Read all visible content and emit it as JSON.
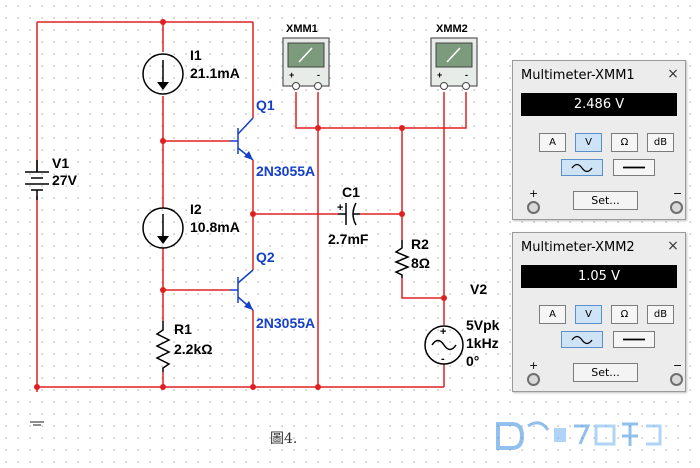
{
  "schematic": {
    "v1": {
      "name": "V1",
      "value": "27V"
    },
    "i1": {
      "name": "I1",
      "value": "21.1mA"
    },
    "i2": {
      "name": "I2",
      "value": "10.8mA"
    },
    "q1": {
      "name": "Q1",
      "model": "2N3055A"
    },
    "q2": {
      "name": "Q2",
      "model": "2N3055A"
    },
    "c1": {
      "name": "C1",
      "value": "2.7mF"
    },
    "r1": {
      "name": "R1",
      "value": "2.2kΩ"
    },
    "r2": {
      "name": "R2",
      "value": "8Ω"
    },
    "v2": {
      "name": "V2",
      "amplitude": "5Vpk",
      "frequency": "1kHz",
      "phase": "0°"
    },
    "xmm1": {
      "name": "XMM1"
    },
    "xmm2": {
      "name": "XMM2"
    },
    "colors": {
      "wire": "#e02020",
      "transistor_label": "#1540c8",
      "grid_dot": "#9a9a9a"
    }
  },
  "multimeters": [
    {
      "title": "Multimeter-XMM1",
      "reading": "2.486 V",
      "modes": [
        "A",
        "V",
        "Ω",
        "dB"
      ],
      "active_mode": "V",
      "waveform": "ac",
      "set_label": "Set...",
      "plus": "+",
      "minus": "−",
      "close": "×"
    },
    {
      "title": "Multimeter-XMM2",
      "reading": "1.05 V",
      "modes": [
        "A",
        "V",
        "Ω",
        "dB"
      ],
      "active_mode": "V",
      "waveform": "ac",
      "set_label": "Set...",
      "plus": "+",
      "minus": "−",
      "close": "×"
    }
  ],
  "caption": "圖4."
}
